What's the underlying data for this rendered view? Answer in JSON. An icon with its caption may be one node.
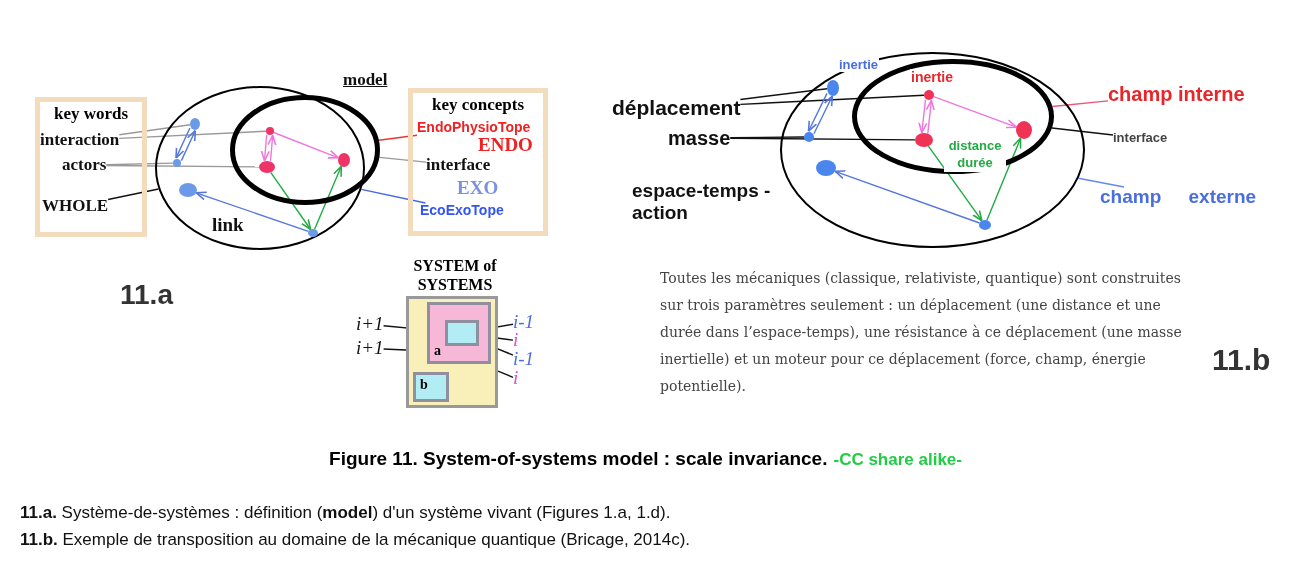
{
  "diagram": {
    "title": "Figure 11. System-of-systems model : scale invariance.",
    "caption": "**11.a.** Système-de-systèmes : définition (**model**) d'un système vivant (Figures 1.a, 1.d).",
    "nodes": [
      {
        "text": [
          "key words"
        ]
      },
      {
        "text": [
          "interaction"
        ],
        "in": 0
      },
      {
        "text": [
          "actors"
        ],
        "in": 0
      },
      {
        "text": [
          "WHOLE"
        ],
        "in": 0
      },
      {
        "text": [
          "key concepts"
        ]
      },
      {
        "text": [
          "EndoPhysioTope"
        ],
        "in": 4
      },
      {
        "text": [
          "ENDO"
        ],
        "in": 4
      },
      {
        "text": [
          "interface"
        ],
        "in": 4
      },
      {
        "text": [
          "EXO"
        ],
        "in": 4
      },
      {
        "text": [
          "EcoExoTope"
        ],
        "in": 4
      },
      {
        "text": [],
        "shape": "ellipse"
      },
      {
        "text": [],
        "shape": "ellipse",
        "in": 10
      },
      {
        "text": [],
        "shape": "circle",
        "in": 10
      },
      {
        "text": [],
        "shape": "circle",
        "in": 10
      },
      {
        "text": [],
        "shape": "circle",
        "in": 10
      },
      {
        "text": [],
        "shape": "circle",
        "in": 10
      },
      {
        "text": [],
        "shape": "circle",
        "in": 11
      },
      {
        "text": [],
        "shape": "circle",
        "in": 11
      },
      {
        "text": [],
        "shape": "circle",
        "in": 11
      },
      {
        "text": [
          "déplacement"
        ]
      },
      {
        "text": [
          "masse"
        ]
      },
      {
        "text": [],
        "shape": "ellipse"
      },
      {
        "text": [],
        "shape": "ellipse",
        "in": 21
      },
      {
        "text": [],
        "shape": "circle",
        "in": 21,
        "beside": [
          "inertie"
        ]
      },
      {
        "text": [],
        "shape": "circle",
        "in": 21
      },
      {
        "text": [],
        "shape": "circle",
        "in": 21
      },
      {
        "text": [],
        "shape": "circle",
        "in": 21
      },
      {
        "text": [],
        "shape": "circle",
        "in": 22,
        "beside": [
          "inertie"
        ]
      },
      {
        "text": [],
        "shape": "circle",
        "in": 22
      },
      {
        "text": [],
        "shape": "circle",
        "in": 22
      },
      {
        "text": [
          "champ interne"
        ]
      },
      {
        "text": [
          "interface"
        ]
      },
      {
        "text": [
          "champ externe"
        ]
      },
      {
        "text": [
          "SYSTEM of SYSTEMS"
        ]
      },
      {
        "text": [
          "a"
        ],
        "in": 33
      },
      {
        "text": [],
        "shape": "box",
        "in": 34
      },
      {
        "text": [
          "b"
        ],
        "in": 33
      },
      {
        "text": [
          "i+1"
        ]
      },
      {
        "text": [
          "i+1"
        ]
      },
      {
        "text": [
          "i-1"
        ]
      },
      {
        "text": [
          "i"
        ]
      },
      {
        "text": [
          "i-1"
        ]
      },
      {
        "text": [
          "i"
        ]
      }
    ],
    "edges": [
      {
        "from": 1,
        "to": 12,
        "arrow": "none",
        "color": "#999999"
      },
      {
        "from": 1,
        "to": 16,
        "arrow": "none",
        "color": "#999999"
      },
      {
        "from": 2,
        "to": 13,
        "arrow": "none",
        "color": "#999999"
      },
      {
        "from": 2,
        "to": 17,
        "arrow": "none",
        "color": "#999999"
      },
      {
        "from": 3,
        "to": 10,
        "arrow": "none"
      },
      {
        "from": 5,
        "to": 11,
        "arrow": "none",
        "color": "#ee3333"
      },
      {
        "from": 7,
        "to": 11,
        "arrow": "none",
        "color": "#999999"
      },
      {
        "from": 9,
        "to": 10,
        "arrow": "none",
        "color": "#4466ee"
      },
      {
        "from": 13,
        "to": 12,
        "arrow": "to",
        "color": "#5577dd"
      },
      {
        "from": 12,
        "to": 13,
        "arrow": "to",
        "color": "#5577dd"
      },
      {
        "from": 17,
        "to": 16,
        "arrow": "to",
        "color": "#ee77dd"
      },
      {
        "from": 16,
        "to": 17,
        "arrow": "to",
        "color": "#ee77dd"
      },
      {
        "from": 16,
        "to": 18,
        "arrow": "to",
        "color": "#ee77dd"
      },
      {
        "from": 17,
        "to": 15,
        "arrow": "to",
        "color": "#22aa44"
      },
      {
        "from": 15,
        "to": 18,
        "arrow": "to",
        "color": "#22aa44"
      },
      {
        "from": 15,
        "to": 14,
        "arrow": "to",
        "color": "#5577dd"
      },
      {
        "from": 19,
        "to": 23,
        "arrow": "none"
      },
      {
        "from": 19,
        "to": 27,
        "arrow": "none"
      },
      {
        "from": 20,
        "to": 24,
        "arrow": "none"
      },
      {
        "from": 20,
        "to": 28,
        "arrow": "none"
      },
      {
        "from": 30,
        "to": 22,
        "arrow": "none",
        "color": "#ee5577"
      },
      {
        "from": 31,
        "to": 22,
        "arrow": "none"
      },
      {
        "from": 32,
        "to": 21,
        "arrow": "none",
        "color": "#6688ee"
      },
      {
        "from": 24,
        "to": 23,
        "arrow": "to",
        "color": "#5577dd"
      },
      {
        "from": 23,
        "to": 24,
        "arrow": "to",
        "color": "#5577dd"
      },
      {
        "from": 28,
        "to": 27,
        "arrow": "to",
        "color": "#ee77dd"
      },
      {
        "from": 27,
        "to": 28,
        "arrow": "to",
        "color": "#ee77dd"
      },
      {
        "from": 27,
        "to": 29,
        "arrow": "to",
        "color": "#ee77dd"
      },
      {
        "from": 28,
        "to": 26,
        "arrow": "to",
        "color": "#22aa44",
        "label": "distance durée"
      },
      {
        "from": 26,
        "to": 29,
        "arrow": "to",
        "color": "#22aa44"
      },
      {
        "from": 26,
        "to": 25,
        "arrow": "to",
        "color": "#5577dd"
      },
      {
        "from": 37,
        "to": 34,
        "arrow": "none"
      },
      {
        "from": 38,
        "to": 33,
        "arrow": "none"
      },
      {
        "from": 39,
        "to": 35,
        "arrow": "none"
      },
      {
        "from": 40,
        "to": 34,
        "arrow": "none"
      },
      {
        "from": 41,
        "to": 34,
        "arrow": "none"
      },
      {
        "from": 42,
        "to": 33,
        "arrow": "none"
      }
    ],
    "labels": [
      "model",
      "link",
      "11.a",
      "espace-temps - action",
      "Toutes les mécaniques (classique, relativiste, quantique) sont construites sur trois paramètres seulement : un déplacement (une distance et une durée dans l’espace-temps), une résistance à ce déplacement (une masse inertielle) et un moteur pour ce déplacement (force, champ, énergie potentielle).",
      "11.b",
      "-CC share alike-",
      "**11.b.** Exemple de transposition au domaine de la mécanique quantique (Bricage, 2014c)."
    ]
  }
}
